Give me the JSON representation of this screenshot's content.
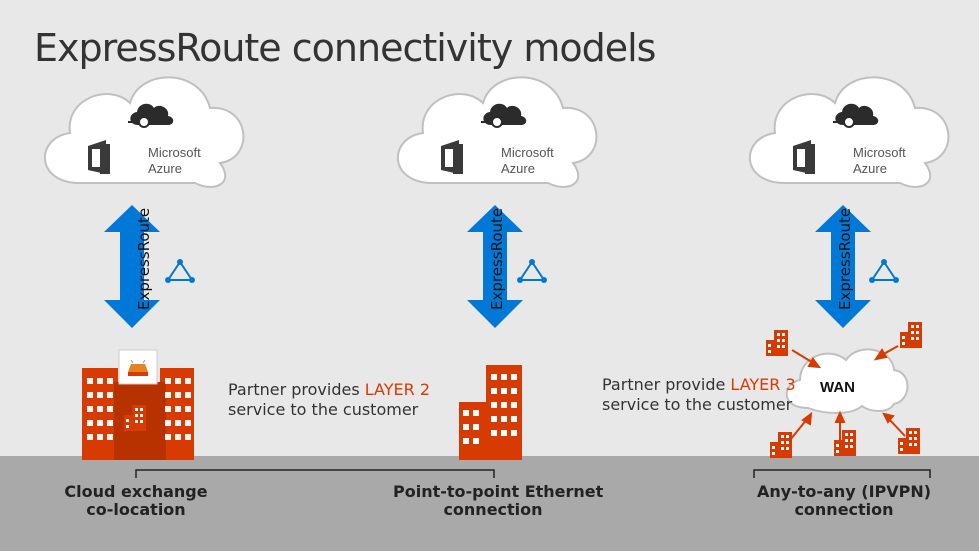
{
  "title": "ExpressRoute connectivity models",
  "cloud": {
    "line1": "Microsoft",
    "line2": "Azure"
  },
  "link_label": "ExpressRoute",
  "wan_label": "WAN",
  "partner_l2": {
    "prefix": "Partner provides ",
    "highlight": "LAYER 2",
    "line2": "service to the customer"
  },
  "partner_l3": {
    "prefix": "Partner provide ",
    "highlight": "LAYER 3",
    "line2": "service to the customer"
  },
  "models": [
    {
      "line1": "Cloud exchange",
      "line2": "co-location"
    },
    {
      "line1": "Point-to-point Ethernet",
      "line2": "connection"
    },
    {
      "line1": "Any-to-any (IPVPN)",
      "line2": "connection"
    }
  ],
  "colors": {
    "background": "#e8e8e8",
    "floor": "#a9a9a9",
    "building": "#d83b01",
    "arrow": "#0078d7",
    "cloud_stroke": "#bfbfbf",
    "highlight": "#d83b01"
  }
}
